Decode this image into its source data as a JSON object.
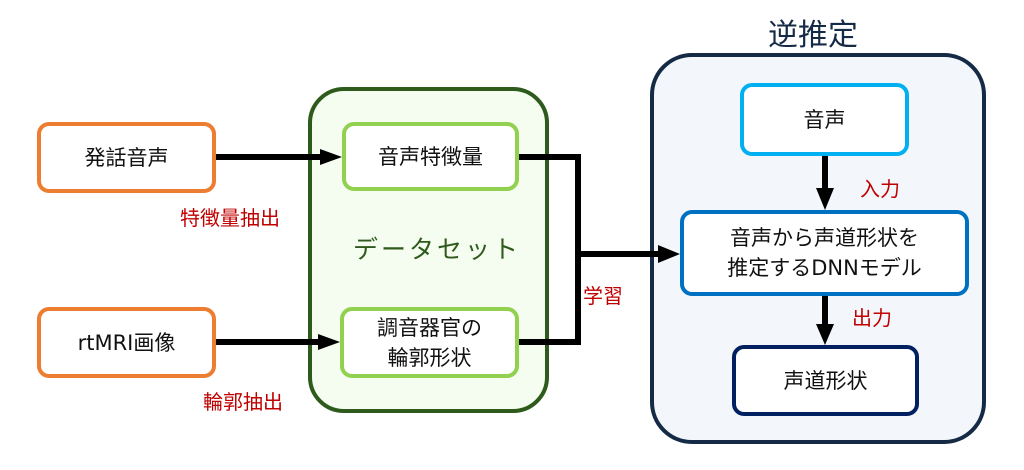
{
  "diagram": {
    "inputs": {
      "speech": "発話音声",
      "rtmri": "rtMRI画像"
    },
    "edge_labels": {
      "feature_extraction": "特徴量抽出",
      "contour_extraction": "輪郭抽出",
      "training": "学習",
      "input": "入力",
      "output": "出力"
    },
    "dataset": {
      "title": "データセット",
      "acoustic_features": "音声特徴量",
      "articulator_contour_line1": "調音器官の",
      "articulator_contour_line2": "輪郭形状"
    },
    "inversion": {
      "title": "逆推定",
      "speech": "音声",
      "model_line1": "音声から声道形状を",
      "model_line2": "推定するDNNモデル",
      "vocal_tract_shape": "声道形状"
    },
    "colors": {
      "input_border": "#ED7D31",
      "dataset_container_border": "#2E5A1C",
      "dataset_item_border": "#92D050",
      "inversion_container_border": "#142A45",
      "speech_border": "#00B0F0",
      "model_border": "#0070C0",
      "output_border": "#002060",
      "label_red": "#C00000"
    }
  }
}
